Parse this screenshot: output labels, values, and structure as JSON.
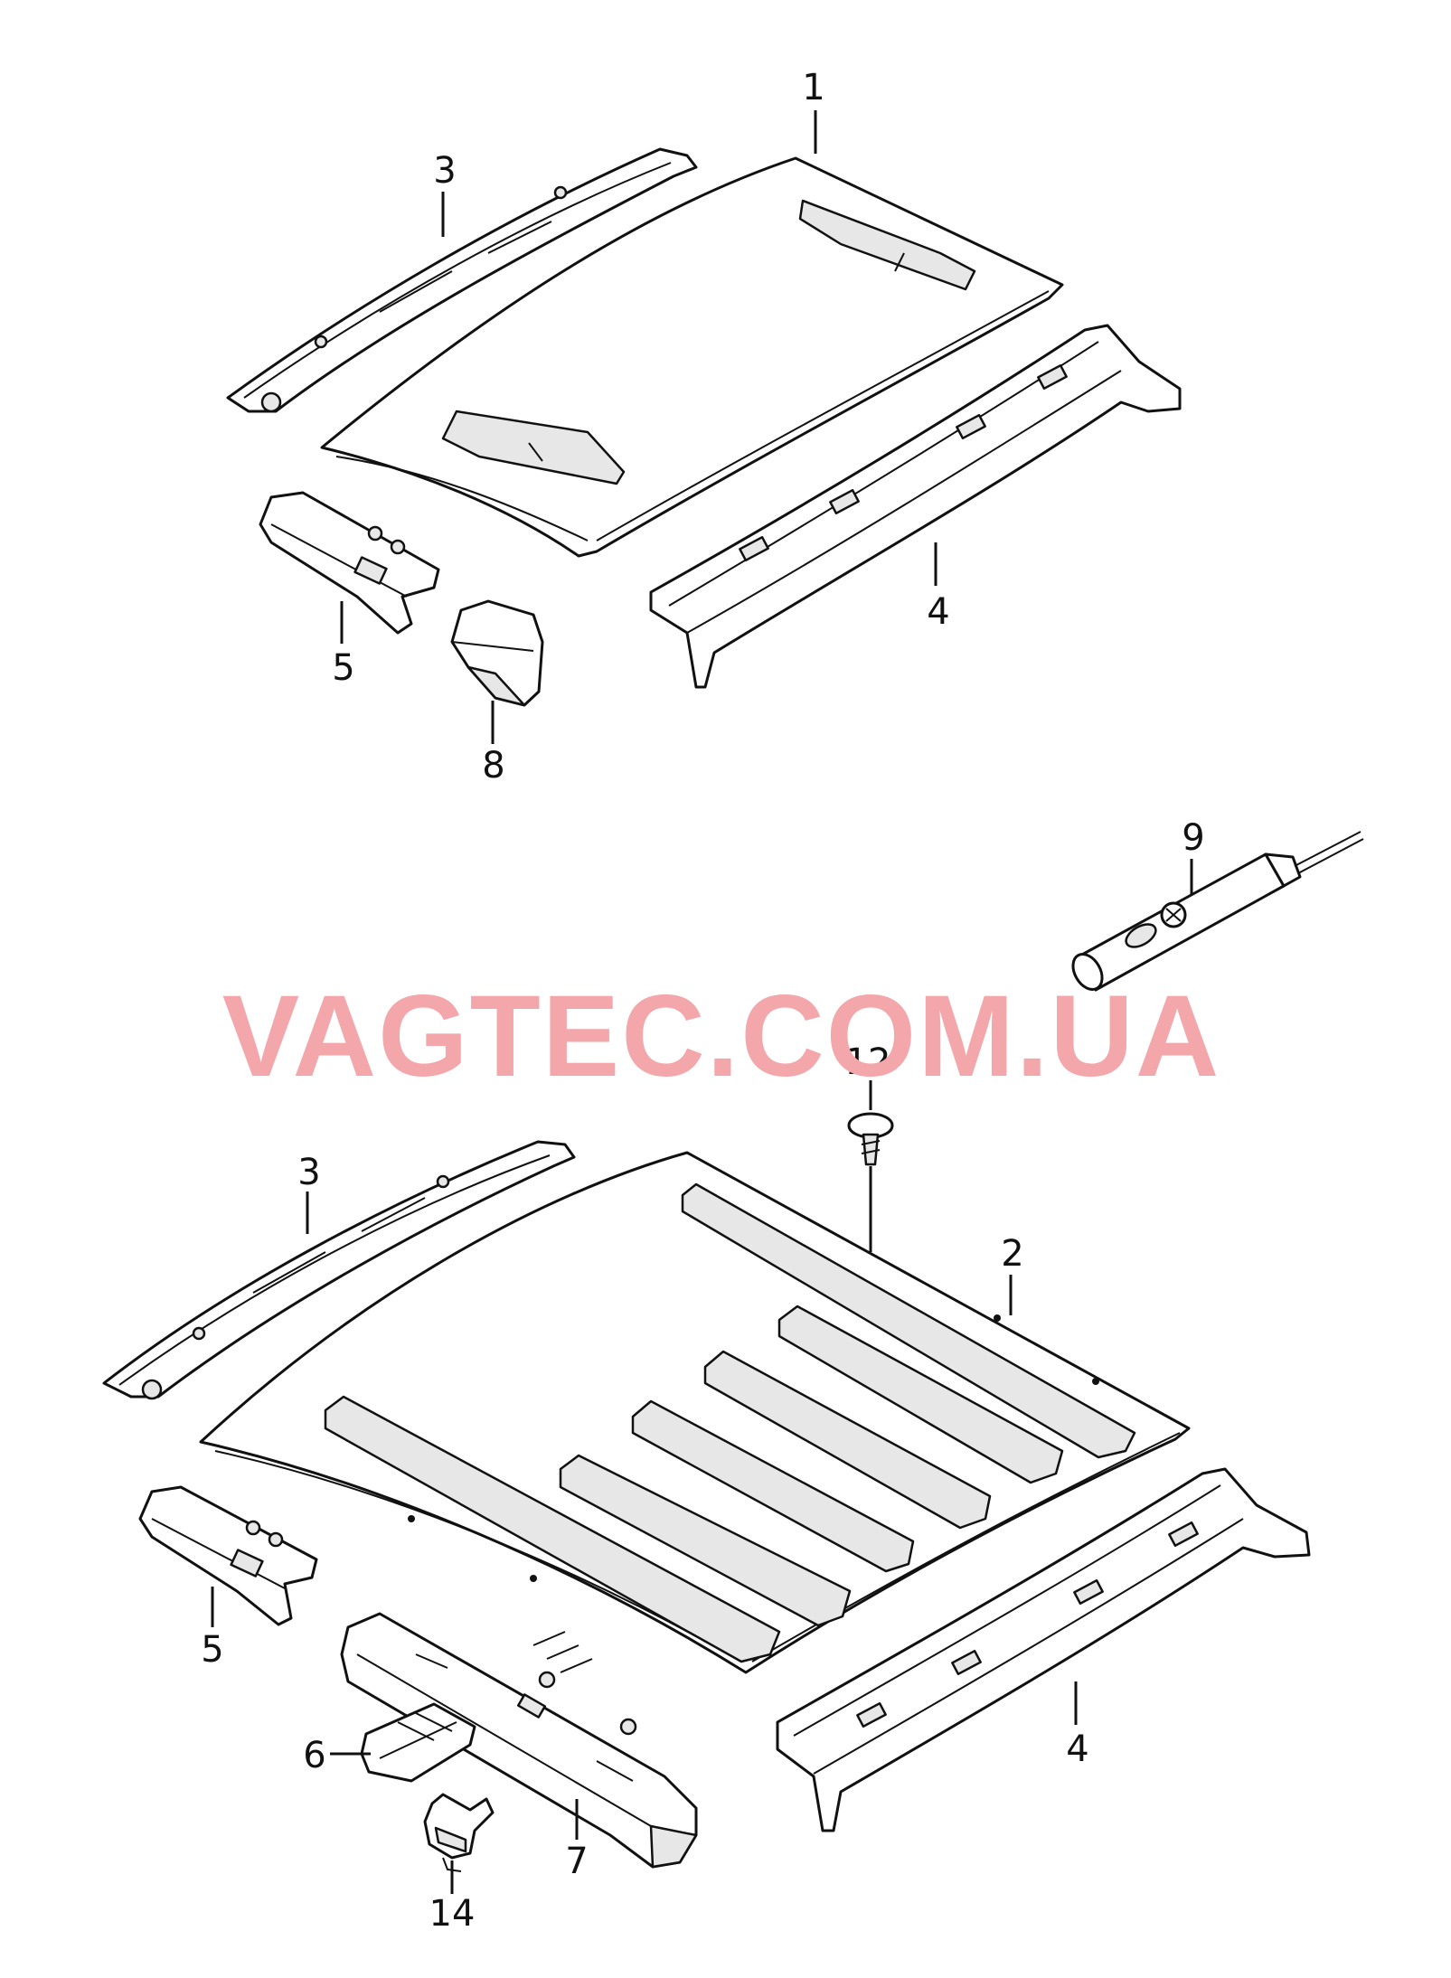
{
  "watermark": {
    "text": "VAGTEC.COM.UA",
    "color": "#f4a7ab"
  },
  "upper_group": {
    "callouts": {
      "roof": "1",
      "rail_left": "3",
      "rail_right": "4",
      "bracket": "5",
      "corner_piece": "8"
    }
  },
  "lower_group": {
    "callouts": {
      "roof": "2",
      "rail_left": "3",
      "rail_right": "4",
      "bracket": "5",
      "reinforcement": "6",
      "cross_member": "7",
      "sealant": "9",
      "screw": "12",
      "clip": "14"
    }
  }
}
